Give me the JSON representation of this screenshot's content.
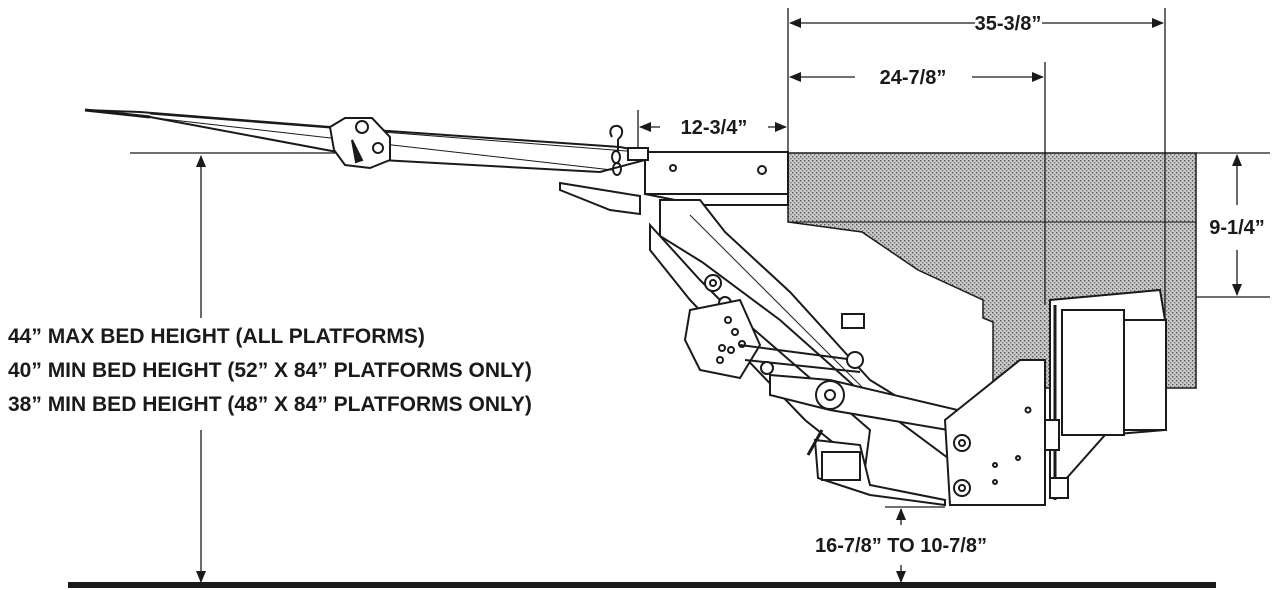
{
  "dimensions": {
    "overall_depth": "35-3/8”",
    "mount_depth": "24-7/8”",
    "extension_offset": "12-3/4”",
    "sill_height": "9-1/4”",
    "ground_clearance": "16-7/8” TO 10-7/8”"
  },
  "bed_height_notes": [
    "44” MAX BED HEIGHT (ALL PLATFORMS)",
    "40” MIN BED HEIGHT (52” X 84” PLATFORMS ONLY)",
    "38” MIN BED HEIGHT (48” X 84” PLATFORMS ONLY)"
  ],
  "colors": {
    "ink": "#1a1a1a",
    "bed_fill": "#9a9a9a",
    "part_fill": "#ffffff"
  }
}
